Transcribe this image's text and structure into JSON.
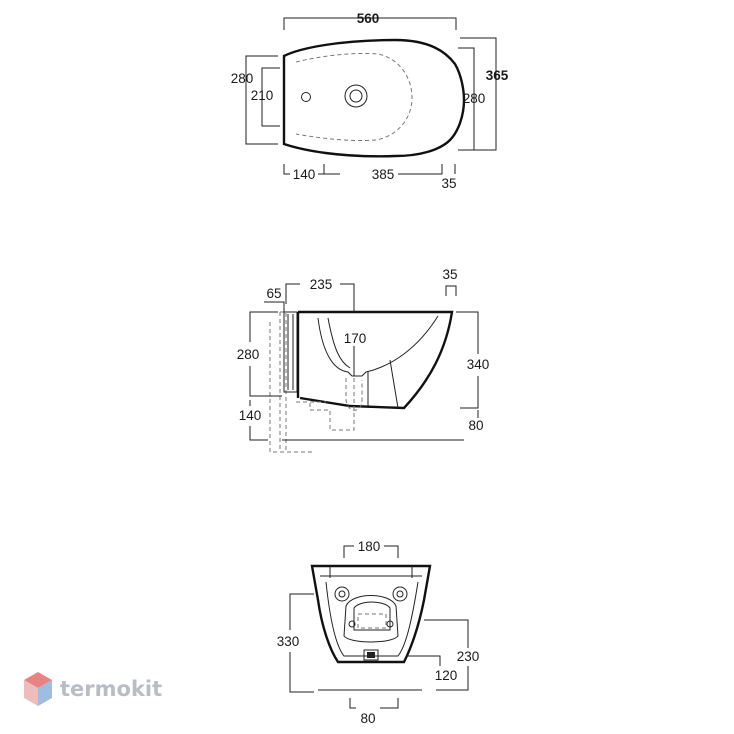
{
  "top_view": {
    "width_total": "560",
    "depth_total": "365",
    "depth_outer": "280",
    "depth_inner": "210",
    "depth_right": "280",
    "offset_left": "140",
    "span_center": "385",
    "offset_right": "35"
  },
  "side_view": {
    "top_offset": "35",
    "back_gap": "65",
    "top_span": "235",
    "bowl_depth": "170",
    "height_upper": "280",
    "height_lower": "140",
    "height_right": "340",
    "floor_offset": "80"
  },
  "front_view": {
    "top_width": "180",
    "height_left": "330",
    "height_right": "230",
    "height_low": "120",
    "bottom_width": "80"
  },
  "watermark": {
    "brand": "termokit"
  },
  "colors": {
    "outline": "#111111",
    "dashed": "#777777",
    "watermark_gray": "#b8bcc4",
    "watermark_red": "#e25a5a",
    "watermark_blue": "#7fa7d6"
  }
}
